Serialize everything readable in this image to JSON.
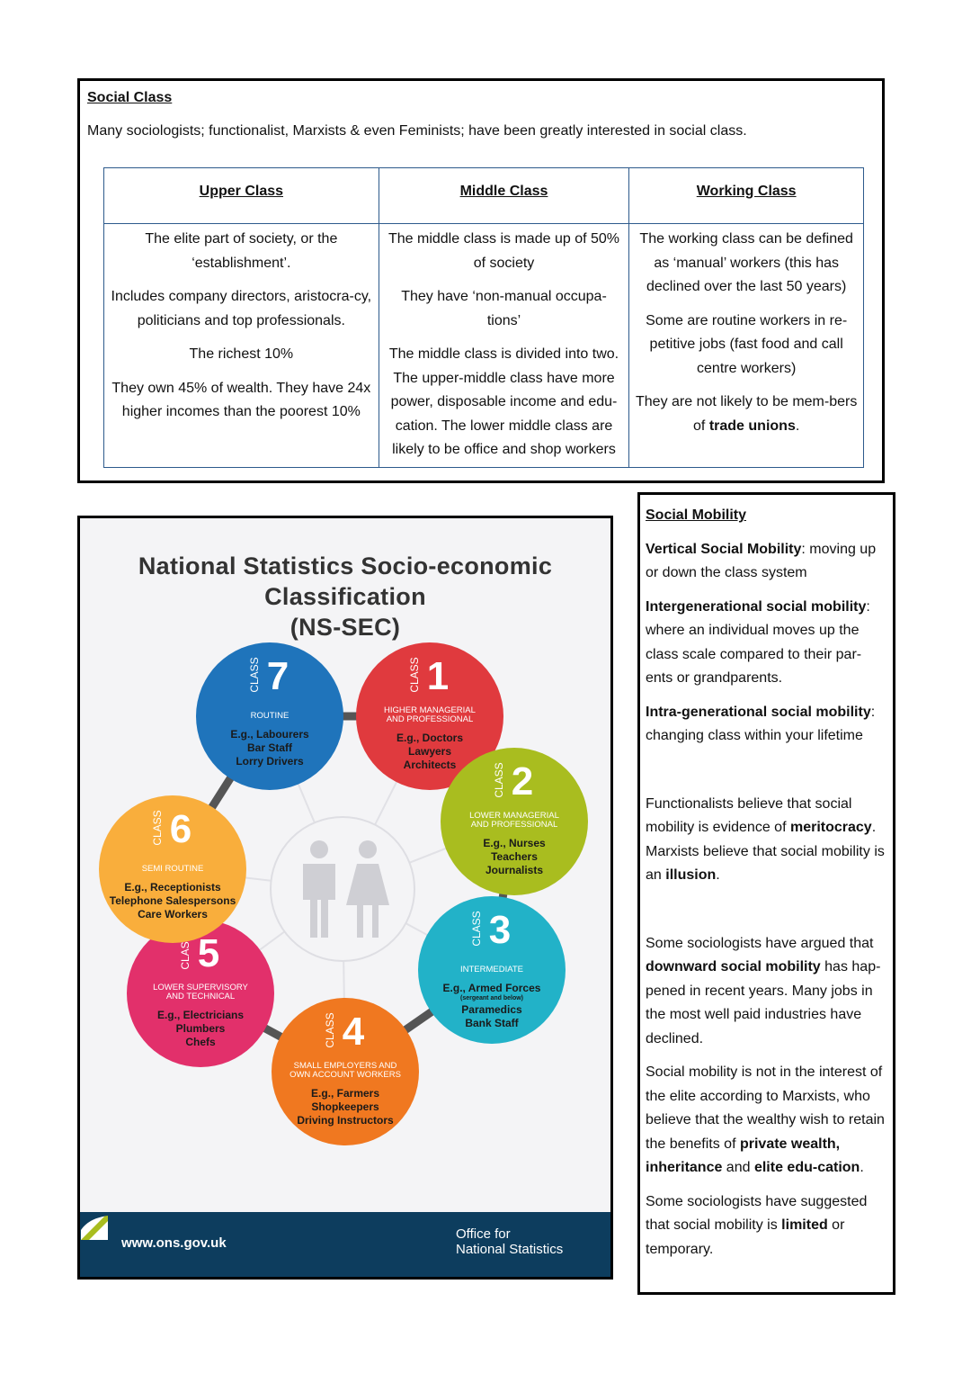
{
  "social_class": {
    "title": "Social Class",
    "intro": "Many sociologists; functionalist, Marxists & even Feminists; have been greatly interested in social class.",
    "columns": [
      {
        "header": "Upper Class",
        "paragraphs": [
          "The elite part of society, or the ‘establishment’.",
          "Includes company directors, aristocra-cy, politicians and top professionals.",
          "The richest 10%",
          "They own 45% of wealth. They have 24x higher incomes than the poorest 10%"
        ]
      },
      {
        "header": "Middle Class",
        "paragraphs": [
          "The middle class is made up of 50% of society",
          "They have ‘non-manual occupa-tions’",
          "The middle class is divided into two. The upper-middle class have more power, disposable income and edu-cation. The lower middle class are likely to be office and shop workers"
        ]
      },
      {
        "header": "Working Class",
        "paragraphs": [
          "The working class can be defined as ‘manual’ workers (this has declined over the last 50 years)",
          "Some are routine workers in re-petitive jobs (fast food and call centre workers)"
        ],
        "last_before": "They are not likely to be mem-bers of ",
        "last_bold": "trade unions",
        "last_after": "."
      }
    ]
  },
  "poster": {
    "title_line1": "National Statistics Socio-economic Classification",
    "title_line2": "(NS-SEC)",
    "class_word": "CLASS",
    "classes": [
      {
        "num": "1",
        "name_lines": [
          "HIGHER MANAGERIAL",
          "AND PROFESSIONAL"
        ],
        "examples": [
          "E.g., Doctors",
          "Lawyers",
          "Architects"
        ],
        "color": "#e03a3e"
      },
      {
        "num": "2",
        "name_lines": [
          "LOWER MANAGERIAL",
          "AND PROFESSIONAL"
        ],
        "examples": [
          "E.g., Nurses",
          "Teachers",
          "Journalists"
        ],
        "color": "#a9bd1f"
      },
      {
        "num": "3",
        "name_lines": [
          "INTERMEDIATE"
        ],
        "examples": [
          "E.g., Armed Forces",
          "(sergeant and below)",
          "Paramedics",
          "Bank Staff"
        ],
        "color": "#22b2c8"
      },
      {
        "num": "4",
        "name_lines": [
          "SMALL EMPLOYERS AND",
          "OWN ACCOUNT WORKERS"
        ],
        "examples": [
          "E.g., Farmers",
          "Shopkeepers",
          "Driving Instructors"
        ],
        "color": "#f07820"
      },
      {
        "num": "5",
        "name_lines": [
          "LOWER SUPERVISORY",
          "AND TECHNICAL"
        ],
        "examples": [
          "E.g., Electricians",
          "Plumbers",
          "Chefs"
        ],
        "color": "#e2306b"
      },
      {
        "num": "6",
        "name_lines": [
          "SEMI ROUTINE"
        ],
        "examples": [
          "E.g., Receptionists",
          "Telephone Salespersons",
          "Care Workers"
        ],
        "color": "#f9ae3c"
      },
      {
        "num": "7",
        "name_lines": [
          "ROUTINE"
        ],
        "examples": [
          "E.g., Labourers",
          "Bar Staff",
          "Lorry Drivers"
        ],
        "color": "#1f74bb"
      }
    ],
    "footer_url": "www.ons.gov.uk",
    "footer_org_line1": "Office for",
    "footer_org_line2": "National Statistics"
  },
  "social_mobility": {
    "title": "Social Mobility",
    "vertical_term": "Vertical Social Mobility",
    "vertical_def": ": moving up or down the class system",
    "inter_term": "Intergenerational social mobility",
    "inter_def": ": where an individual moves up the class scale compared to their par-ents or grandparents.",
    "intra_term": "Intra-generational social mobility",
    "intra_def": ": changing class within your lifetime",
    "func_1": "Functionalists believe that social mobility is evidence of ",
    "func_bold": "meritocracy",
    "func_2": ". Marxists believe that social mobility is an ",
    "func_bold2": "illusion",
    "func_3": ".",
    "down_1": "Some sociologists have argued that ",
    "down_bold": "downward social mobility",
    "down_2": " has hap-pened in recent years. Many jobs in the most well paid industries have declined.",
    "elite_1": "Social mobility is not in the interest of the elite according to Marxists, who believe that the wealthy wish to retain the benefits of ",
    "elite_bold1": "private wealth, inheritance",
    "elite_2": " and ",
    "elite_bold2": "elite edu-cation",
    "elite_3": ".",
    "lim_1": "Some sociologists have suggested that social mobility is ",
    "lim_bold": "limited",
    "lim_2": " or temporary."
  }
}
